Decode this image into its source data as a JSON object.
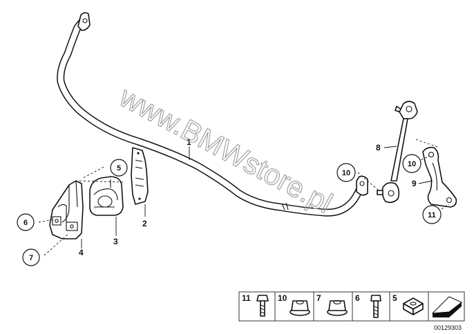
{
  "watermark": "www.BMWstore.pl",
  "callouts": {
    "c1": "1",
    "c2": "2",
    "c3": "3",
    "c4": "4",
    "c5": "5",
    "c6": "6",
    "c7": "7",
    "c8": "8",
    "c9": "9",
    "c10a": "10",
    "c10b": "10",
    "c11": "11"
  },
  "legend": [
    {
      "number": "11",
      "icon": "hex-bolt-icon"
    },
    {
      "number": "10",
      "icon": "hex-flange-nut-icon"
    },
    {
      "number": "7",
      "icon": "hex-flange-nut-icon"
    },
    {
      "number": "6",
      "icon": "bolt-icon"
    },
    {
      "number": "5",
      "icon": "square-nut-icon"
    }
  ],
  "doc_id": "00129303"
}
